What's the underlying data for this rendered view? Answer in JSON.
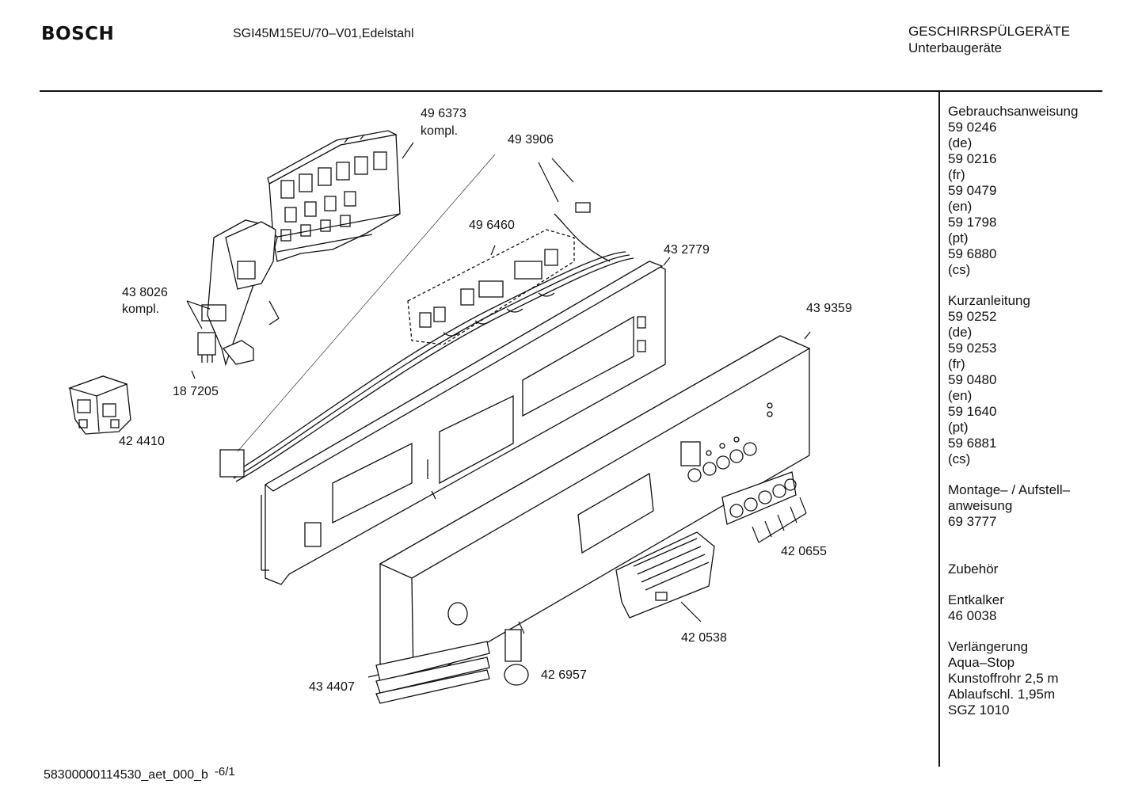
{
  "header": {
    "brand": "BOSCH",
    "model": "SGI45M15EU/70–V01,Edelstahl",
    "category_line1": "GESCHIRRSPÜLGERÄTE",
    "category_line2": "Unterbaugeräte"
  },
  "parts": [
    {
      "number": "49 6373",
      "note": "kompl."
    },
    {
      "number": "49 3906"
    },
    {
      "number": "49 6460"
    },
    {
      "number": "43 2779"
    },
    {
      "number": "43 8026",
      "note": "kompl."
    },
    {
      "number": "18 7205"
    },
    {
      "number": "42 4410"
    },
    {
      "number": "43 9359"
    },
    {
      "number": "42 0655"
    },
    {
      "number": "42 0538"
    },
    {
      "number": "42 6957"
    },
    {
      "number": "43 4407"
    }
  ],
  "sidebar": {
    "groups": [
      {
        "lines": [
          "Gebrauchsanweisung",
          "59 0246",
          "(de)",
          "59 0216",
          "(fr)",
          "59 0479",
          "(en)",
          "59 1798",
          "(pt)",
          "59 6880",
          "(cs)"
        ]
      },
      {
        "lines": [
          "Kurzanleitung",
          "59 0252",
          "(de)",
          "59 0253",
          "(fr)",
          "59 0480",
          "(en)",
          "59 1640",
          "(pt)",
          "59 6881",
          "(cs)"
        ]
      },
      {
        "lines": [
          "Montage– / Aufstell–",
          "anweisung",
          "69 3777"
        ]
      },
      {
        "lines": [
          "Zubehör"
        ]
      },
      {
        "lines": [
          "Entkalker",
          "46 0038"
        ]
      },
      {
        "lines": [
          "Verlängerung",
          "Aqua–Stop",
          "Kunstoffrohr 2,5 m",
          "Ablaufschl. 1,95m",
          "SGZ 1010"
        ]
      }
    ]
  },
  "footer": {
    "doc_id": "58300000114530_aet_000_b",
    "page": "-6/1"
  }
}
